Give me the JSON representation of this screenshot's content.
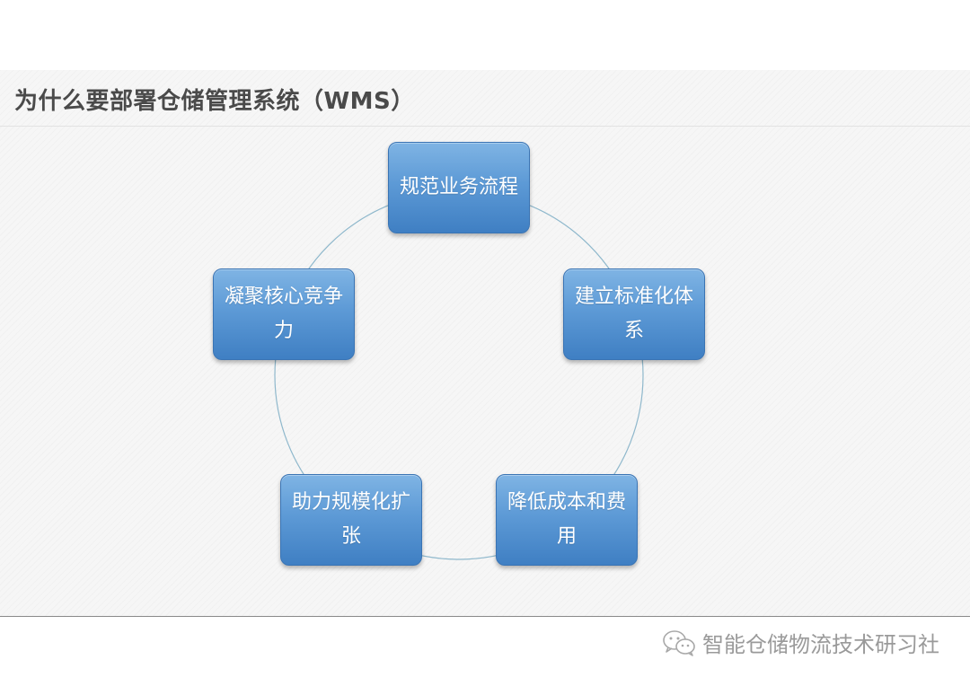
{
  "slide": {
    "title": "为什么要部署仓储管理系统（WMS）"
  },
  "diagram": {
    "layout": "cycle",
    "nodes": [
      {
        "label": "规范业务流程"
      },
      {
        "label": "建立标准化体系"
      },
      {
        "label": "降低成本和费用"
      },
      {
        "label": "助力规模化扩张"
      },
      {
        "label": "凝聚核心竞争力"
      }
    ],
    "colors": {
      "node_top": "#7fb4e4",
      "node_bottom": "#3f7fc3",
      "node_text": "#ffffff",
      "ring": "#8fb8cc"
    }
  },
  "footer": {
    "watermark": "智能仓储物流技术研习社",
    "icon": "wechat-icon"
  }
}
